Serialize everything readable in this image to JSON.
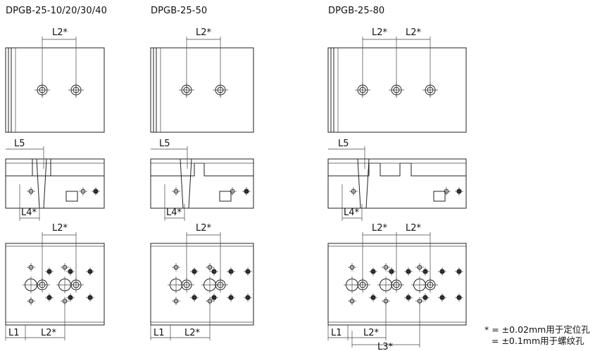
{
  "titles": {
    "a": "DPGB-25-10/20/30/40",
    "b": "DPGB-25-50",
    "c": "DPGB-25-80"
  },
  "labels": {
    "l1": "L1",
    "l2": "L2*",
    "l3": "L3*",
    "l4": "L4*",
    "l5": "L5"
  },
  "legend": {
    "line1": "* = ±0.02mm用于定位孔",
    "line2": "= ±0.1mm用于螺纹孔"
  }
}
